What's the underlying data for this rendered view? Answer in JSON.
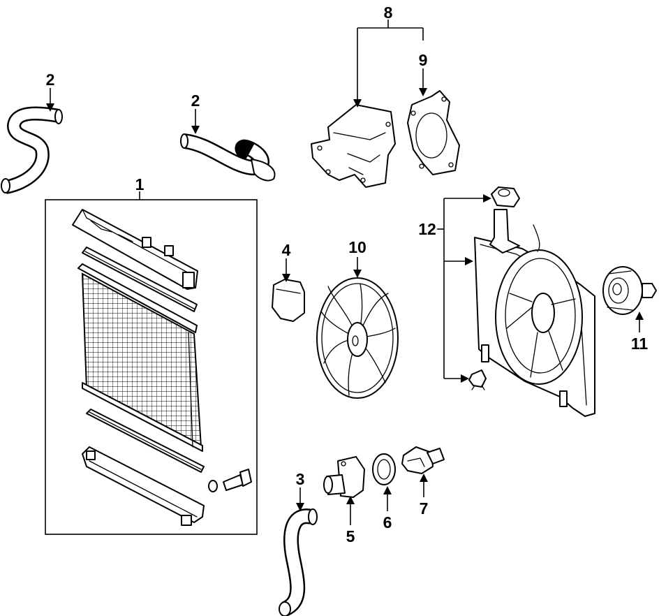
{
  "callouts": {
    "c1": "1",
    "c2a": "2",
    "c2b": "2",
    "c3": "3",
    "c4": "4",
    "c5": "5",
    "c6": "6",
    "c7": "7",
    "c8": "8",
    "c9": "9",
    "c10": "10",
    "c11": "11",
    "c12": "12"
  }
}
